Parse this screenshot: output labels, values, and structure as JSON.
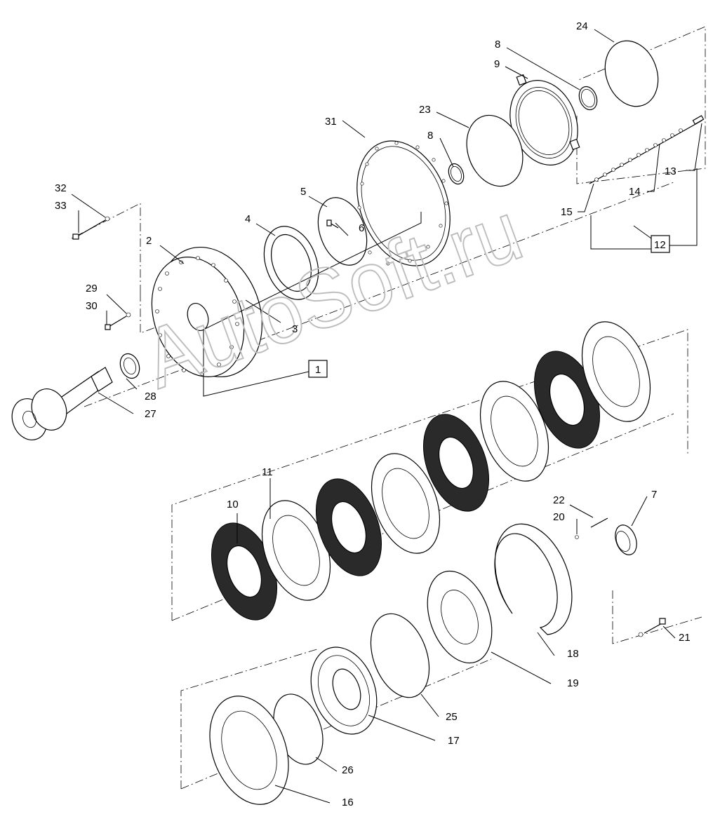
{
  "watermark": "AutoSoft.ru",
  "callouts": [
    {
      "id": "c24",
      "label": "24"
    },
    {
      "id": "c8a",
      "label": "8"
    },
    {
      "id": "c9",
      "label": "9"
    },
    {
      "id": "c23",
      "label": "23"
    },
    {
      "id": "c8b",
      "label": "8"
    },
    {
      "id": "c31",
      "label": "31"
    },
    {
      "id": "c13",
      "label": "13"
    },
    {
      "id": "c14",
      "label": "14"
    },
    {
      "id": "c15",
      "label": "15"
    },
    {
      "id": "c32",
      "label": "32"
    },
    {
      "id": "c33",
      "label": "33"
    },
    {
      "id": "c5",
      "label": "5"
    },
    {
      "id": "c4",
      "label": "4"
    },
    {
      "id": "c2",
      "label": "2"
    },
    {
      "id": "c6",
      "label": "6"
    },
    {
      "id": "c29",
      "label": "29"
    },
    {
      "id": "c30",
      "label": "30"
    },
    {
      "id": "c3",
      "label": "3"
    },
    {
      "id": "c28",
      "label": "28"
    },
    {
      "id": "c27",
      "label": "27"
    },
    {
      "id": "c11",
      "label": "11"
    },
    {
      "id": "c10",
      "label": "10"
    },
    {
      "id": "c22",
      "label": "22"
    },
    {
      "id": "c7",
      "label": "7"
    },
    {
      "id": "c20",
      "label": "20"
    },
    {
      "id": "c21",
      "label": "21"
    },
    {
      "id": "c18",
      "label": "18"
    },
    {
      "id": "c19",
      "label": "19"
    },
    {
      "id": "c25",
      "label": "25"
    },
    {
      "id": "c17",
      "label": "17"
    },
    {
      "id": "c26",
      "label": "26"
    },
    {
      "id": "c16",
      "label": "16"
    }
  ],
  "boxed_callouts": [
    {
      "id": "b12",
      "label": "12"
    },
    {
      "id": "b1",
      "label": "1"
    }
  ]
}
